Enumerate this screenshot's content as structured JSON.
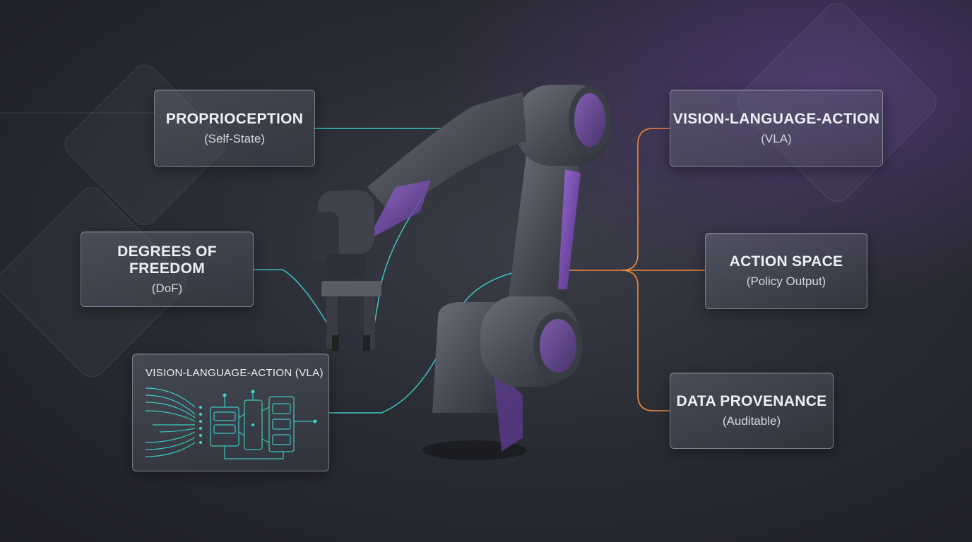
{
  "left": {
    "proprioception": {
      "title": "PROPRIOCEPTION",
      "sub": "(Self-State)"
    },
    "dof": {
      "title": "DEGREES OF FREEDOM",
      "sub": "(DoF)"
    },
    "vla_diagram": {
      "title": "VISION-LANGUAGE-ACTION (VLA)"
    }
  },
  "right": {
    "vla": {
      "title": "VISION-LANGUAGE-ACTION",
      "sub": "(VLA)"
    },
    "action_space": {
      "title": "ACTION SPACE",
      "sub": "(Policy Output)"
    },
    "provenance": {
      "title": "DATA PROVENANCE",
      "sub": "(Auditable)"
    }
  },
  "colors": {
    "teal": "#3fd6cf",
    "orange": "#f08a3c",
    "purple": "#7b4fb8",
    "robot_gray": "#4a4c55"
  }
}
